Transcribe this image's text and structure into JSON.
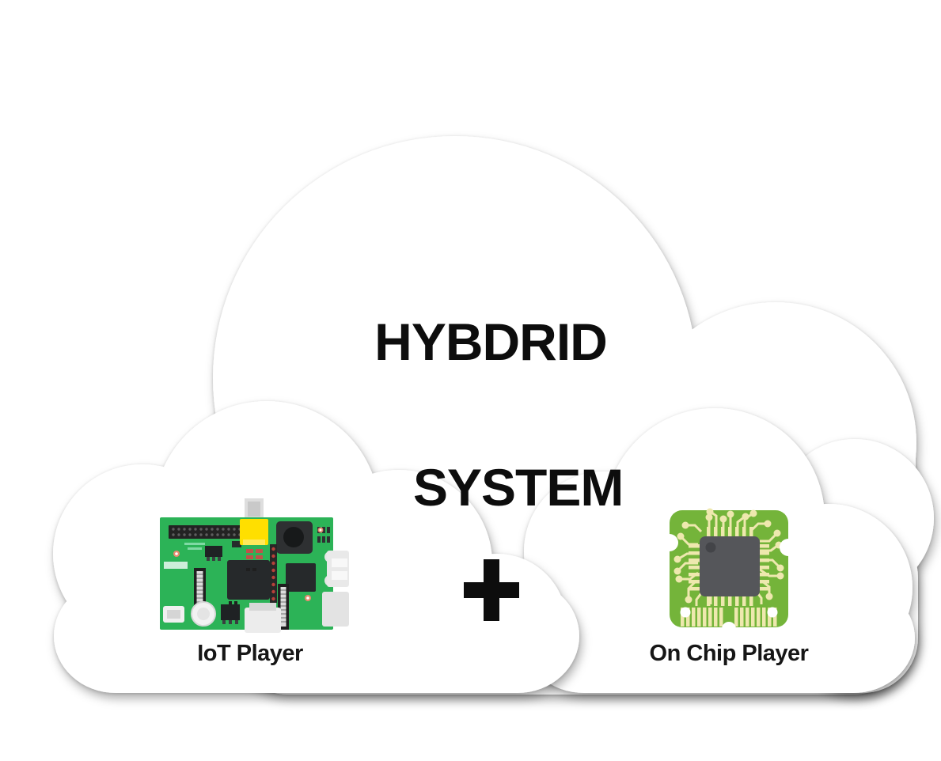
{
  "diagram": {
    "title_line1": "HYBDRID",
    "title_line2": "SYSTEM",
    "plus_symbol": "+",
    "left_cloud": {
      "label": "IoT Player",
      "image": "iot-circuit-board-illustration"
    },
    "right_cloud": {
      "label": "On Chip Player",
      "image": "chip-on-pcb-illustration"
    },
    "colors": {
      "background": "#ffffff",
      "cloud_fill": "#ffffff",
      "cloud_edge_shadow": "rgba(0,0,0,0.30)",
      "text": "#0d0d0d",
      "board_green": "#2cb357",
      "chip_pcb_green": "#74b43a",
      "trace_yellow": "#eee8ae",
      "chip_body_gray": "#55565a",
      "rca_yellow": "#ffdf00"
    }
  }
}
